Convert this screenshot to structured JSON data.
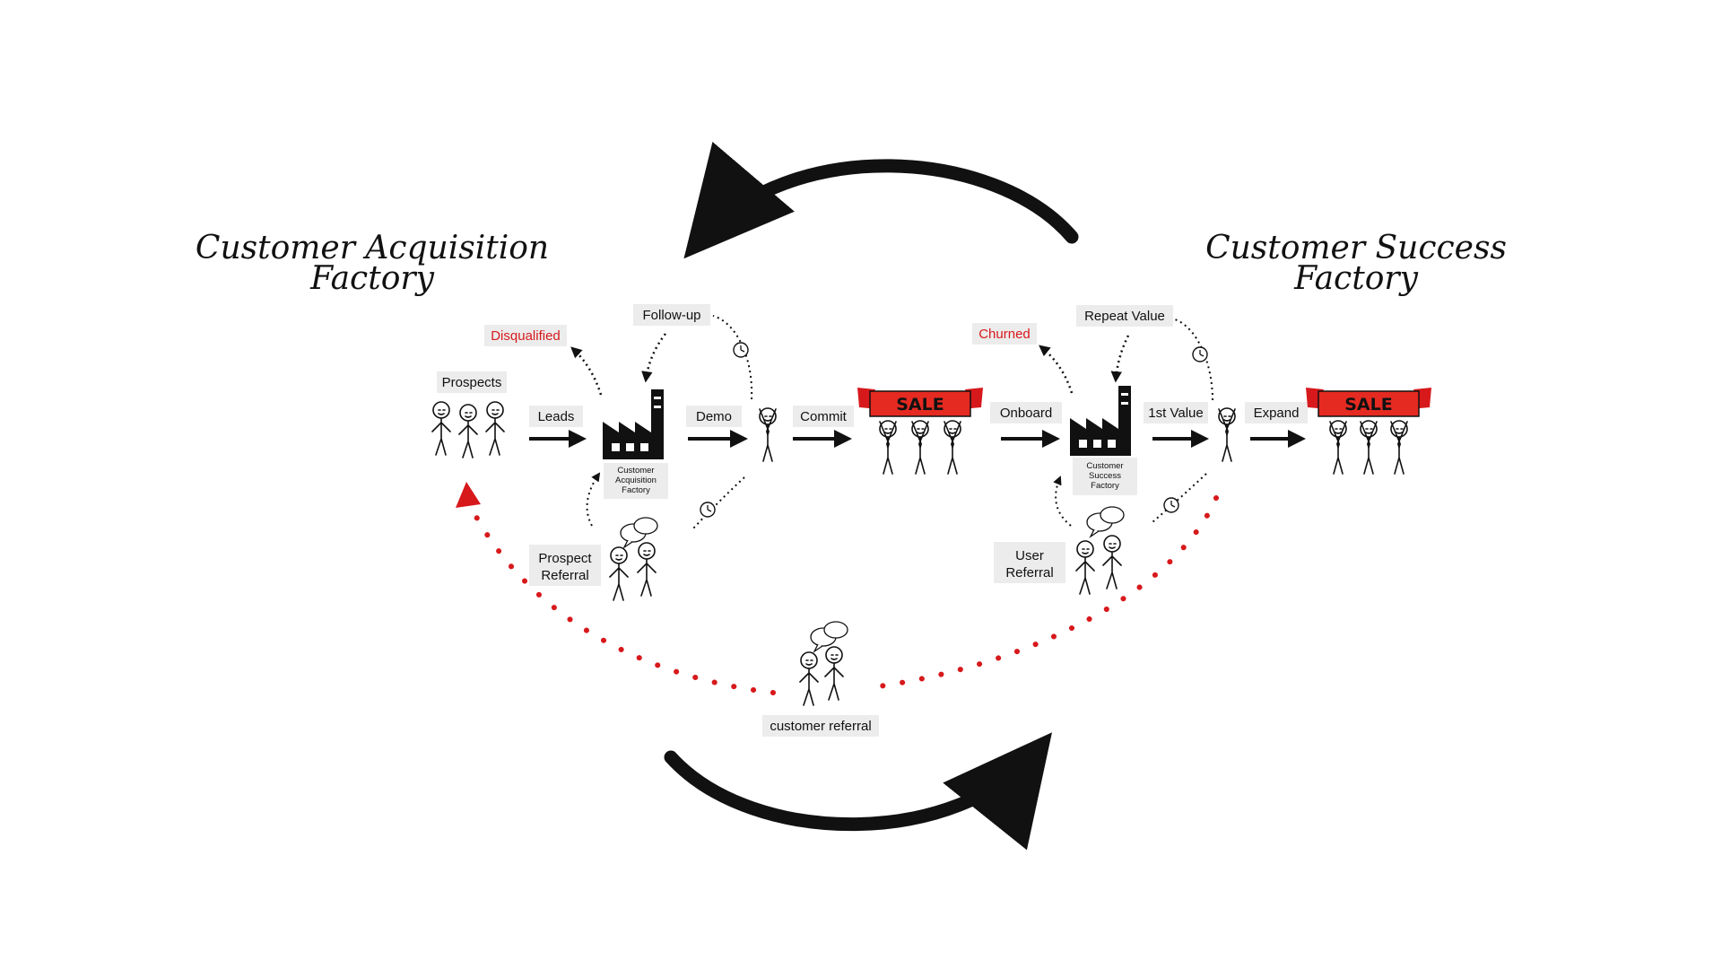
{
  "titles": {
    "acquisition": [
      "Customer Acquisition",
      "Factory"
    ],
    "success": [
      "Customer Success",
      "Factory"
    ]
  },
  "labels": {
    "prospects": "Prospects",
    "leads": "Leads",
    "disqualified": "Disqualified",
    "follow_up": "Follow-up",
    "demo": "Demo",
    "commit": "Commit",
    "prospect_referral": [
      "Prospect",
      "Referral"
    ],
    "onboard": "Onboard",
    "churned": "Churned",
    "repeat_value": "Repeat Value",
    "first_value": "1st Value",
    "expand": "Expand",
    "user_referral": [
      "User",
      "Referral"
    ],
    "customer_referral": "customer referral"
  },
  "factories": {
    "acquisition_caption": [
      "Customer",
      "Acquisition",
      "Factory"
    ],
    "success_caption": [
      "Customer",
      "Success",
      "Factory"
    ]
  },
  "sale_banner": "SALE",
  "colors": {
    "accent_red": "#d7191c",
    "ink": "#111111",
    "label_bg": "#ececec"
  },
  "icons": [
    "clock-icon",
    "factory-icon",
    "speech-bubble-icon",
    "stick-figure-icon",
    "sale-banner-icon"
  ]
}
